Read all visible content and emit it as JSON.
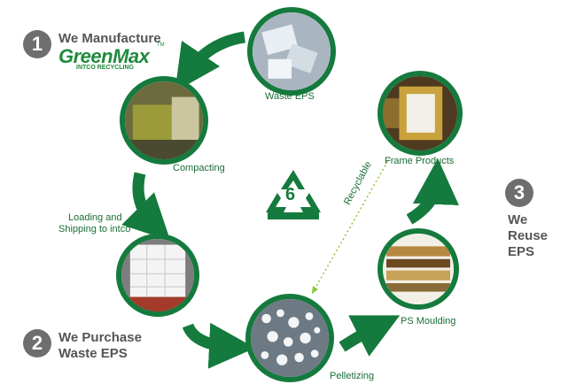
{
  "steps": [
    {
      "number": "1",
      "title": "We Manufacture"
    },
    {
      "number": "2",
      "title_line1": "We Purchase",
      "title_line2": "Waste EPS"
    },
    {
      "number": "3",
      "title_line1": "We",
      "title_line2": "Reuse",
      "title_line3": "EPS"
    }
  ],
  "logo": {
    "brand": "GreenMax",
    "tm": "TM",
    "subtitle": "INTCO RECYCLING"
  },
  "nodes": {
    "waste_eps": "Waste EPS",
    "compacting": "Compacting",
    "loading_line1": "Loading and",
    "loading_line2": "Shipping to intco",
    "pelletizing": "Pelletizing",
    "ps_moulding": "PS Moulding",
    "frame_products": "Frame Products"
  },
  "recyclable_label": "Recyclable",
  "recycle_symbol_number": "6",
  "colors": {
    "green_dark": "#157a3d",
    "label_green": "#1a6e34",
    "step_gray": "#6e6e6e"
  }
}
